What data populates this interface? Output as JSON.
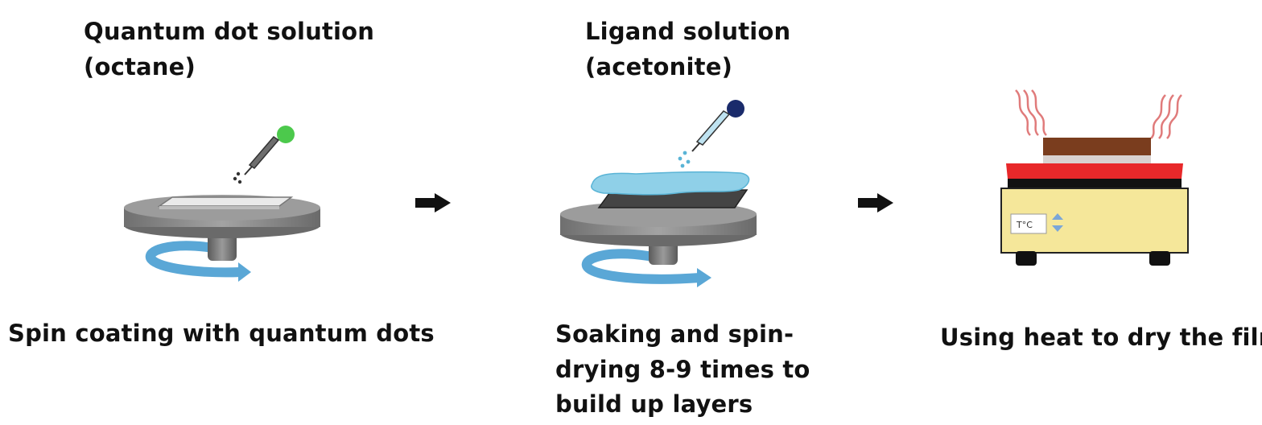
{
  "step1": {
    "solution_line1": "Quantum dot solution",
    "solution_line2": "(octane)",
    "caption": "Spin coating with quantum dots"
  },
  "step2": {
    "solution_line1": "Ligand solution",
    "solution_line2": "(acetonite)",
    "caption_line1": "Soaking and spin-",
    "caption_line2": "drying 8-9 times to",
    "caption_line3": "build up layers"
  },
  "step3": {
    "display_label": "T°C",
    "caption": "Using heat to dry the film"
  },
  "colors": {
    "platform": "#8a8a8a",
    "rotation_arrow": "#5aa7d6",
    "qd_dropper_bulb": "#4cc94c",
    "ligand_dropper_bulb": "#1a2b6b",
    "ligand_liquid": "#8fd0e8",
    "hotplate_top": "#e8282a",
    "hotplate_body": "#f5e79a",
    "sample_block": "#7a3d1e"
  },
  "icons": [
    "spin-coater-icon",
    "dropper-icon",
    "rotation-arrow-icon",
    "step-arrow-icon",
    "hot-plate-icon",
    "heat-wave-icon"
  ]
}
